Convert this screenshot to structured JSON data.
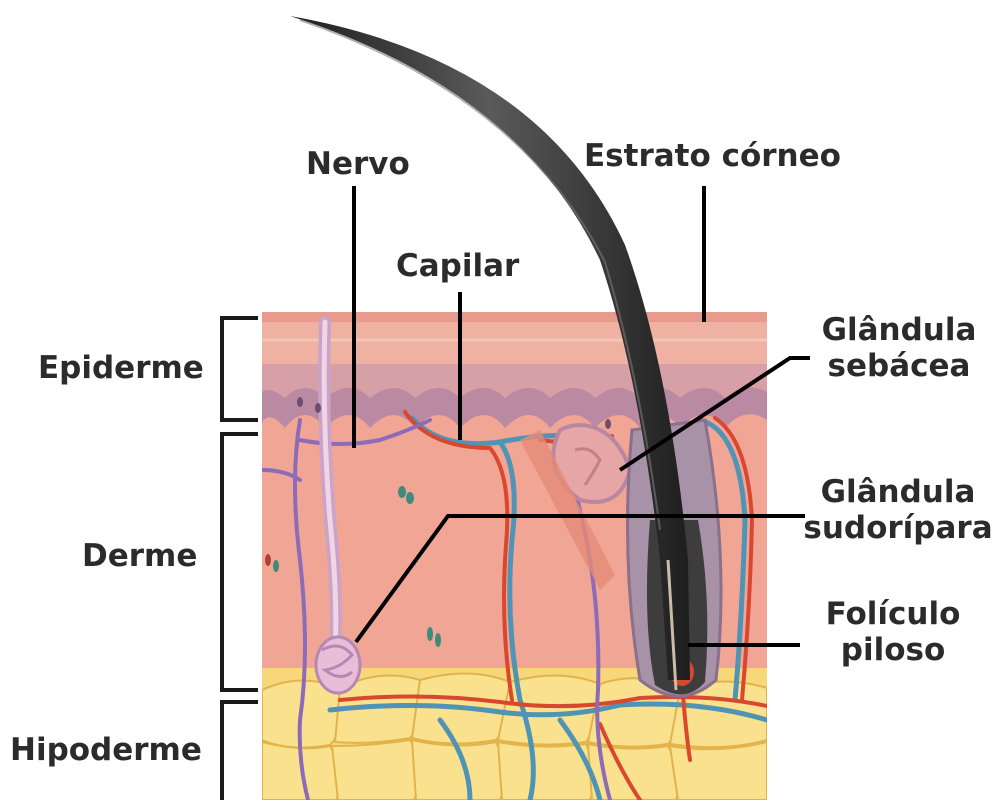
{
  "labels": {
    "nerve": "Nervo",
    "stratum_corneum": "Estrato córneo",
    "capillary": "Capilar",
    "sebaceous_line1": "Glândula",
    "sebaceous_line2": "sebácea",
    "epidermis": "Epiderme",
    "sweat_line1": "Glândula",
    "sweat_line2": "sudorípara",
    "dermis": "Derme",
    "follicle_line1": "Folículo",
    "follicle_line2": "piloso",
    "hypodermis": "Hipoderme"
  },
  "colors": {
    "epidermis_top": "#efb2a2",
    "epidermis_band": "#b88aa0",
    "dermis": "#f0a595",
    "hypodermis_fat": "#f6d77a",
    "fat_outline": "#e8b84a",
    "hair": "#3a3a3a",
    "nerve": "#8c6bb8",
    "artery": "#d9472f",
    "vein": "#4f93b5",
    "label_text": "#2b2b2b",
    "leader_line": "#000000"
  }
}
